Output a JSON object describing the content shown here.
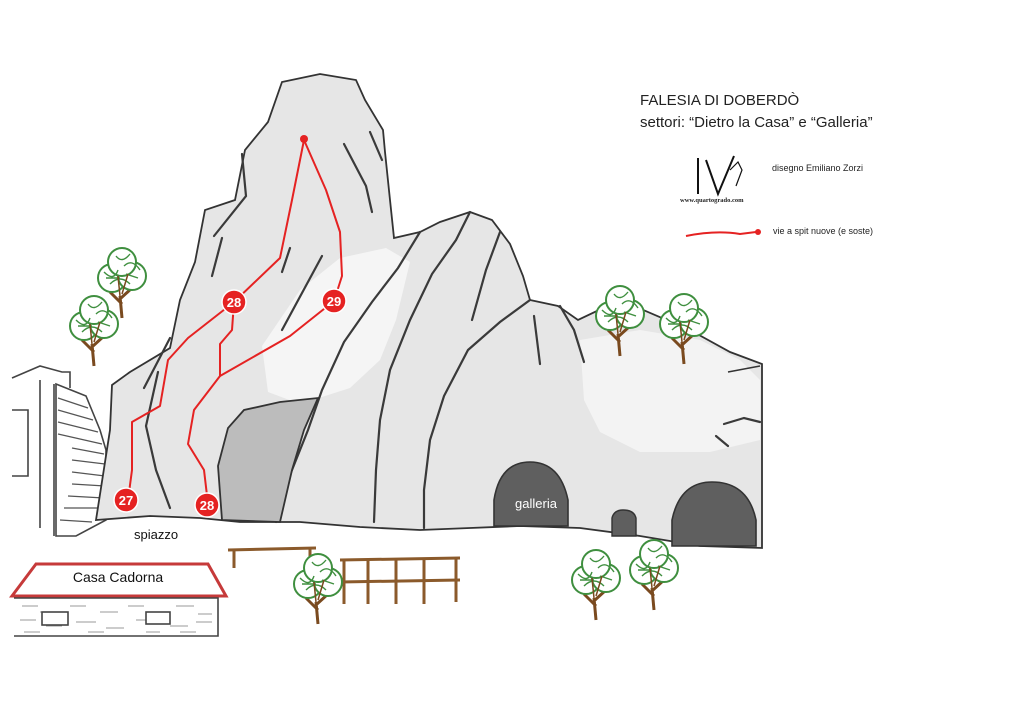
{
  "title": {
    "line1": "FALESIA DI DOBERDÒ",
    "line2": "settori: “Dietro la Casa” e “Galleria”"
  },
  "credit": "disegno Emiliano Zorzi",
  "website": "www.quartogrado.com",
  "legend": {
    "label": "vie a spit nuove (e soste)",
    "color": "#e52222"
  },
  "route_markers": [
    "27",
    "28",
    "28",
    "29"
  ],
  "labels": {
    "spiazzo": "spiazzo",
    "casa": "Casa Cadorna",
    "galleria": "galleria"
  },
  "colors": {
    "rock": "#e6e6e6",
    "rock_light": "#f2f2f2",
    "cave": "#5f5f5f",
    "boulder": "#bcbcbc",
    "route": "#e52222",
    "bench": "#8b5a2b",
    "tree_leaf": "#3f8f3f",
    "tree_trunk": "#7a4a1f"
  }
}
